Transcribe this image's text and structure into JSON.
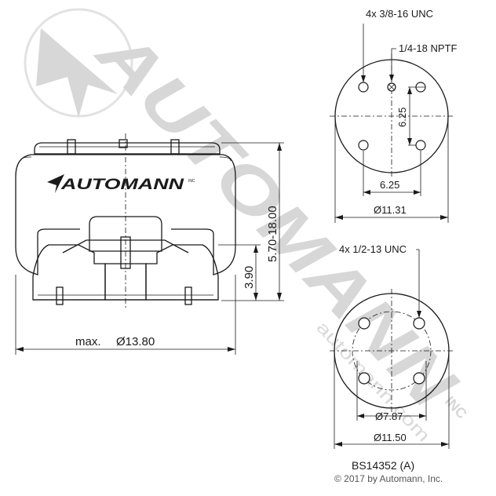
{
  "watermark": {
    "brand": "AUTOMANN",
    "url": "automann.com",
    "suffix": "INC"
  },
  "logo": {
    "brand": "AUTOMANN",
    "suffix": "INC"
  },
  "dimensions": {
    "max_diameter_prefix": "max.",
    "max_diameter": "Ø13.80",
    "height_range": "5.70-18.00",
    "piston_height": "3.90"
  },
  "top_plate": {
    "bolt_callout": "4x 3/8-16 UNC",
    "port_callout": "1/4-18 NPTF",
    "vertical_spacing": "6.25",
    "horizontal_spacing": "6.25",
    "diameter": "Ø11.31"
  },
  "bottom_plate": {
    "bolt_callout": "4x 1/2-13 UNC",
    "bolt_circle": "Ø7.87",
    "diameter": "Ø11.50"
  },
  "part_number": "BS14352 (A)",
  "copyright": "© 2017 by Automann, Inc.",
  "colors": {
    "line": "#1a1a1a",
    "watermark": "#d7d7d7",
    "background": "#ffffff"
  }
}
